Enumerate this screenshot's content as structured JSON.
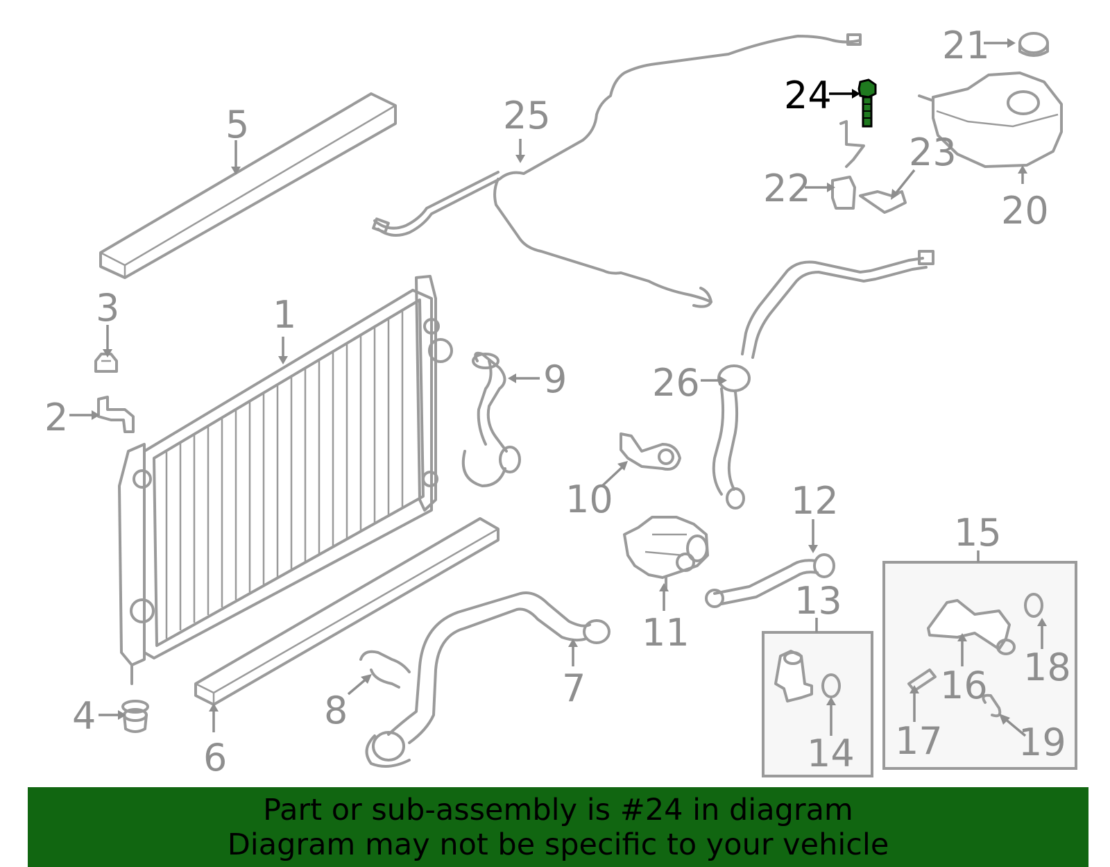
{
  "diagram": {
    "callouts": {
      "c1": "1",
      "c2": "2",
      "c3": "3",
      "c4": "4",
      "c5": "5",
      "c6": "6",
      "c7": "7",
      "c8": "8",
      "c9": "9",
      "c10": "10",
      "c11": "11",
      "c12": "12",
      "c13": "13",
      "c14": "14",
      "c15": "15",
      "c16": "16",
      "c17": "17",
      "c18": "18",
      "c19": "19",
      "c20": "20",
      "c21": "21",
      "c22": "22",
      "c23": "23",
      "c24": "24",
      "c25": "25",
      "c26": "26"
    },
    "highlighted_part": "24",
    "colors": {
      "line": "#9a9a9a",
      "highlight_part": "#1f7a1f",
      "highlight_label": "#000000"
    }
  },
  "banner": {
    "line1": "Part or sub-assembly is #24 in diagram",
    "line2": "Diagram may not be specific to your vehicle",
    "background": "#116611"
  }
}
